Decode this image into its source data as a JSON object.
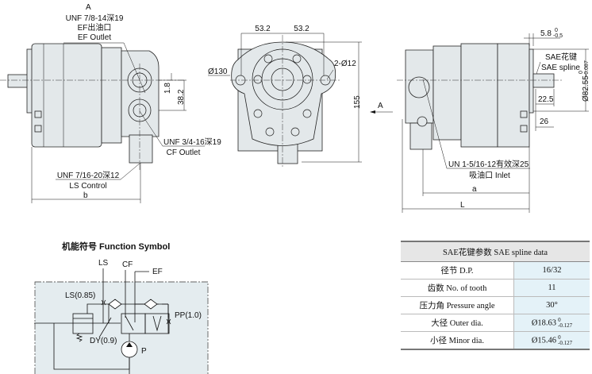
{
  "left_view": {
    "view_label": "A",
    "ef_thread": "UNF 7/8-14深19",
    "ef_cn": "EF出油口",
    "ef_en": "EF Outlet",
    "dim_1": "1.8",
    "dim_2": "38.2",
    "cf_thread": "UNF 3/4-16深19",
    "cf_en": "CF Outlet",
    "ls_thread": "UNF 7/16-20深12",
    "ls_en": "LS Control",
    "dim_b": "b"
  },
  "front_view": {
    "dim_left": "53.2",
    "dim_right": "53.2",
    "dia_flange": "Ø130",
    "holes": "2-Ø12",
    "height": "155",
    "arrow_label": "A"
  },
  "right_view": {
    "dim_5_8": "5.8",
    "dim_5_8_upper": "0",
    "dim_5_8_lower": "-0.5",
    "spline_cn": "SAE花键",
    "spline_en": "SAE spline",
    "pilot_dia": "Ø82.55",
    "pilot_upper": "0",
    "pilot_lower": "-0.087",
    "dim_22_5": "22.5",
    "dim_26": "26",
    "inlet_thread": "UN 1-5/16-12有效深25",
    "inlet_label": "吸油口 Inlet",
    "dim_a": "a",
    "dim_L": "L"
  },
  "function_symbol": {
    "title": "机能符号 Function Symbol",
    "ls": "LS",
    "cf": "CF",
    "ef": "EF",
    "ls_orifice": "LS(0.85)",
    "pp_orifice": "PP(1.0)",
    "dy_orifice": "DY(0.9)",
    "pump": "P"
  },
  "spline_table": {
    "title": "SAE花键参数  SAE spline data",
    "rows": [
      {
        "label": "径节  D.P.",
        "value": "16/32"
      },
      {
        "label": "齿数  No. of tooth",
        "value": "11"
      },
      {
        "label": "压力角  Pressure angle",
        "value": "30°"
      },
      {
        "label": "大径  Outer dia.",
        "value": "Ø18.63",
        "upper": "0",
        "lower": "-0.127"
      },
      {
        "label": "小径  Minor dia.",
        "value": "Ø15.46",
        "upper": "0",
        "lower": "-0.127"
      }
    ]
  },
  "colors": {
    "body_fill": "#e3e8ea",
    "table_value_bg": "#e4f2f8",
    "table_header_bg": "#e6e6e6",
    "symbol_bg": "#e4ecef"
  }
}
